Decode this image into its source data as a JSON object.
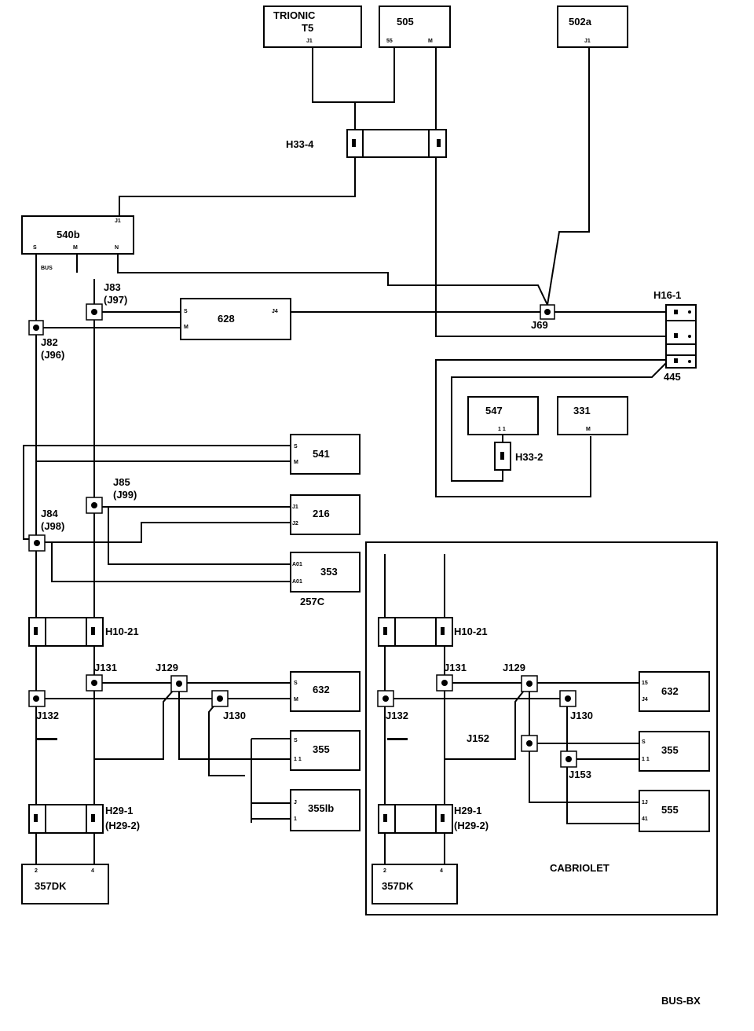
{
  "components": {
    "trionic_t5": "TRIONIC\nT5",
    "c505": "505",
    "c502a": "502a",
    "c540b": "540b",
    "c628": "628",
    "c547": "547",
    "c331": "331",
    "c541": "541",
    "c216": "216",
    "c353": "353",
    "c357dk": "357DK",
    "c632": "632",
    "c355": "355",
    "c355lb": "355lb",
    "c555": "555"
  },
  "connectors": {
    "h33_4": "H33-4",
    "h16_1": "H16-1",
    "h33_2": "H33-2",
    "h10_21": "H10-21",
    "h29_1": "H29-1",
    "h29_2": "(H29-2)",
    "c257c": "257C",
    "c445": "445"
  },
  "junctions": {
    "j83": "J83",
    "j97": "(J97)",
    "j82": "J82",
    "j96": "(J96)",
    "j69": "J69",
    "j85": "J85",
    "j99": "(J99)",
    "j84": "J84",
    "j98": "(J98)",
    "j131": "J131",
    "j129": "J129",
    "j132": "J132",
    "j130": "J130",
    "j152": "J152",
    "j153": "J153"
  },
  "section": {
    "cabriolet": "CABRIOLET"
  },
  "pins": {
    "trionic_j": "J1",
    "p505_a": "55",
    "p505_b": "M",
    "p502a": "J1",
    "p540b_top": "J1",
    "p540b_a": "S",
    "p540b_b": "M",
    "p540b_c": "N",
    "bus": "BUS",
    "p628_a": "S",
    "p628_b": "M",
    "p628_c": "J4",
    "p547": "1 1",
    "p331": "M",
    "p541_a": "S",
    "p541_b": "M",
    "p216_a": "J1",
    "p216_b": "J2",
    "p353_a": "A01",
    "p353_b": "A01",
    "p632_a": "S",
    "p632_b": "M",
    "p355_a": "S",
    "p355_b": "1 1",
    "p355lb_a": "J",
    "p355lb_b": "1",
    "p357_a": "2",
    "p357_b": "4",
    "p632r_a": "15",
    "p632r_b": "J4",
    "p355r_a": "S",
    "p355r_b": "1 1",
    "p555_a": "1J",
    "p555_b": "41",
    "p357r_a": "2",
    "p357r_b": "4"
  },
  "footer": {
    "code": "BUS-BX"
  }
}
